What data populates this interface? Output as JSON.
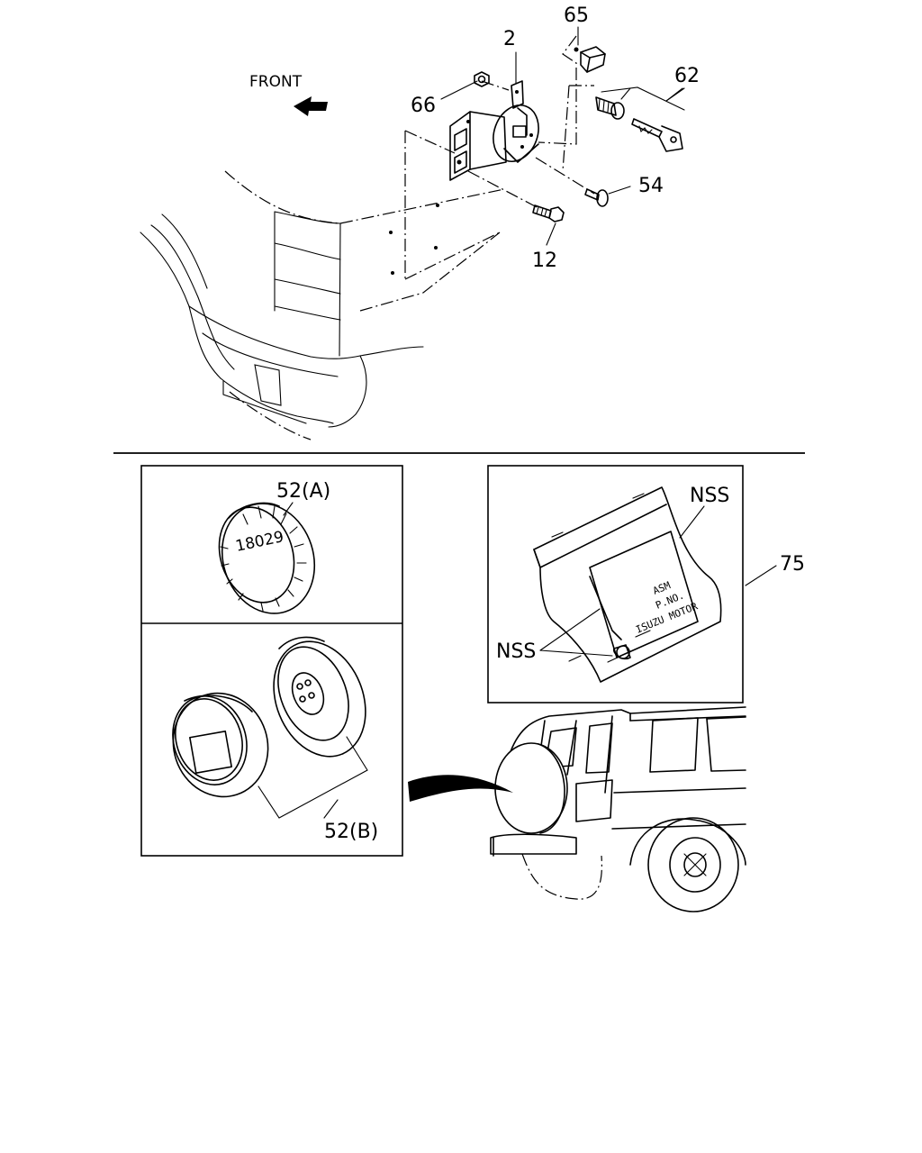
{
  "labels": {
    "front": "FRONT",
    "part_2": "2",
    "part_65": "65",
    "part_62": "62",
    "part_66": "66",
    "part_54": "54",
    "part_12": "12",
    "part_52a": "52(A)",
    "part_52b": "52(B)",
    "nss_top": "NSS",
    "nss_bottom": "NSS",
    "part_75": "75"
  },
  "plate": {
    "line1": "ASM",
    "line2": "P.NO.",
    "line3": "ISUZU MOTOR"
  },
  "cover_stamp": "18029"
}
